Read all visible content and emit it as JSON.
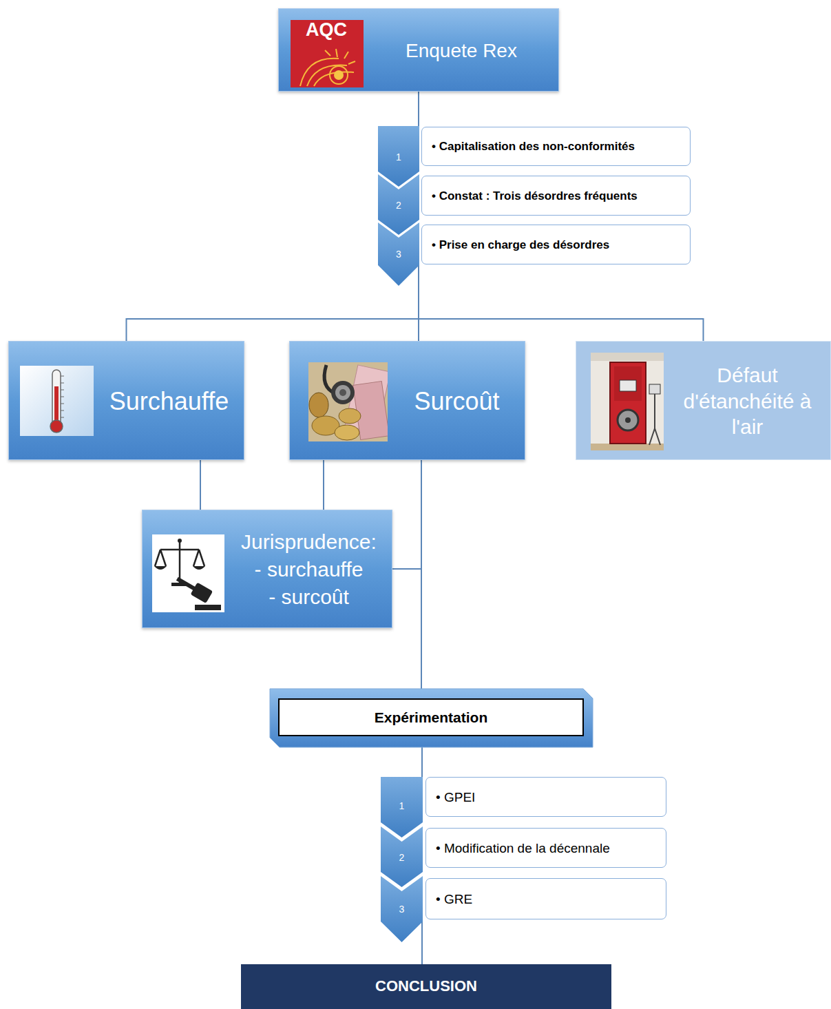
{
  "diagram": {
    "nodes": [
      {
        "text": [
          "Enquete Rex"
        ]
      },
      {
        "text": [
          "1"
        ]
      },
      {
        "text": [
          "• Capitalisation des non-conformités"
        ]
      },
      {
        "text": [
          "2"
        ]
      },
      {
        "text": [
          "• Constat : Trois désordres fréquents"
        ]
      },
      {
        "text": [
          "3"
        ]
      },
      {
        "text": [
          "• Prise en charge des désordres"
        ]
      },
      {
        "text": [
          "Surchauffe"
        ]
      },
      {
        "text": [
          "Surcoût"
        ]
      },
      {
        "text": [
          "Défaut d'étanchéité à l'air"
        ]
      },
      {
        "text": [
          "Jurisprudence:",
          "- surchauffe",
          "- surcoût"
        ]
      },
      {
        "text": [
          "Expérimentation"
        ]
      },
      {
        "text": [
          "1"
        ]
      },
      {
        "text": [
          "• GPEI"
        ]
      },
      {
        "text": [
          "2"
        ]
      },
      {
        "text": [
          "• Modification de la décennale"
        ]
      },
      {
        "text": [
          "3"
        ]
      },
      {
        "text": [
          "• GRE"
        ]
      },
      {
        "text": [
          "CONCLUSION"
        ]
      }
    ],
    "edges": [
      {
        "from": 0,
        "to": 1,
        "arrow": "none"
      },
      {
        "from": 5,
        "to": 7,
        "arrow": "none"
      },
      {
        "from": 5,
        "to": 8,
        "arrow": "none"
      },
      {
        "from": 5,
        "to": 9,
        "arrow": "none"
      },
      {
        "from": 7,
        "to": 10,
        "arrow": "none"
      },
      {
        "from": 8,
        "to": 10,
        "arrow": "none"
      },
      {
        "from": 8,
        "to": 11,
        "arrow": "none"
      },
      {
        "from": 10,
        "to": 11,
        "arrow": "none"
      },
      {
        "from": 11,
        "to": 12,
        "arrow": "none"
      },
      {
        "from": 16,
        "to": 18,
        "arrow": "none"
      }
    ],
    "labels": [
      "AQC"
    ]
  }
}
